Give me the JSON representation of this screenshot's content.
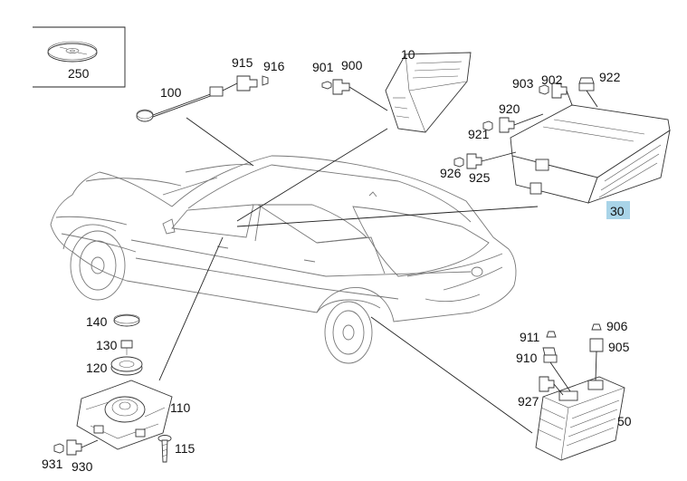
{
  "diagram": {
    "highlight_color": "#a9d4e8",
    "callouts": {
      "c250": "250",
      "c100": "100",
      "c915": "915",
      "c916": "916",
      "c901": "901",
      "c900": "900",
      "c10": "10",
      "c903": "903",
      "c902": "902",
      "c922": "922",
      "c920": "920",
      "c921": "921",
      "c926": "926",
      "c925": "925",
      "c30": "30",
      "c140": "140",
      "c130": "130",
      "c120": "120",
      "c110": "110",
      "c115": "115",
      "c931": "931",
      "c930": "930",
      "c911": "911",
      "c906": "906",
      "c910": "910",
      "c905": "905",
      "c927": "927",
      "c50": "50"
    }
  }
}
